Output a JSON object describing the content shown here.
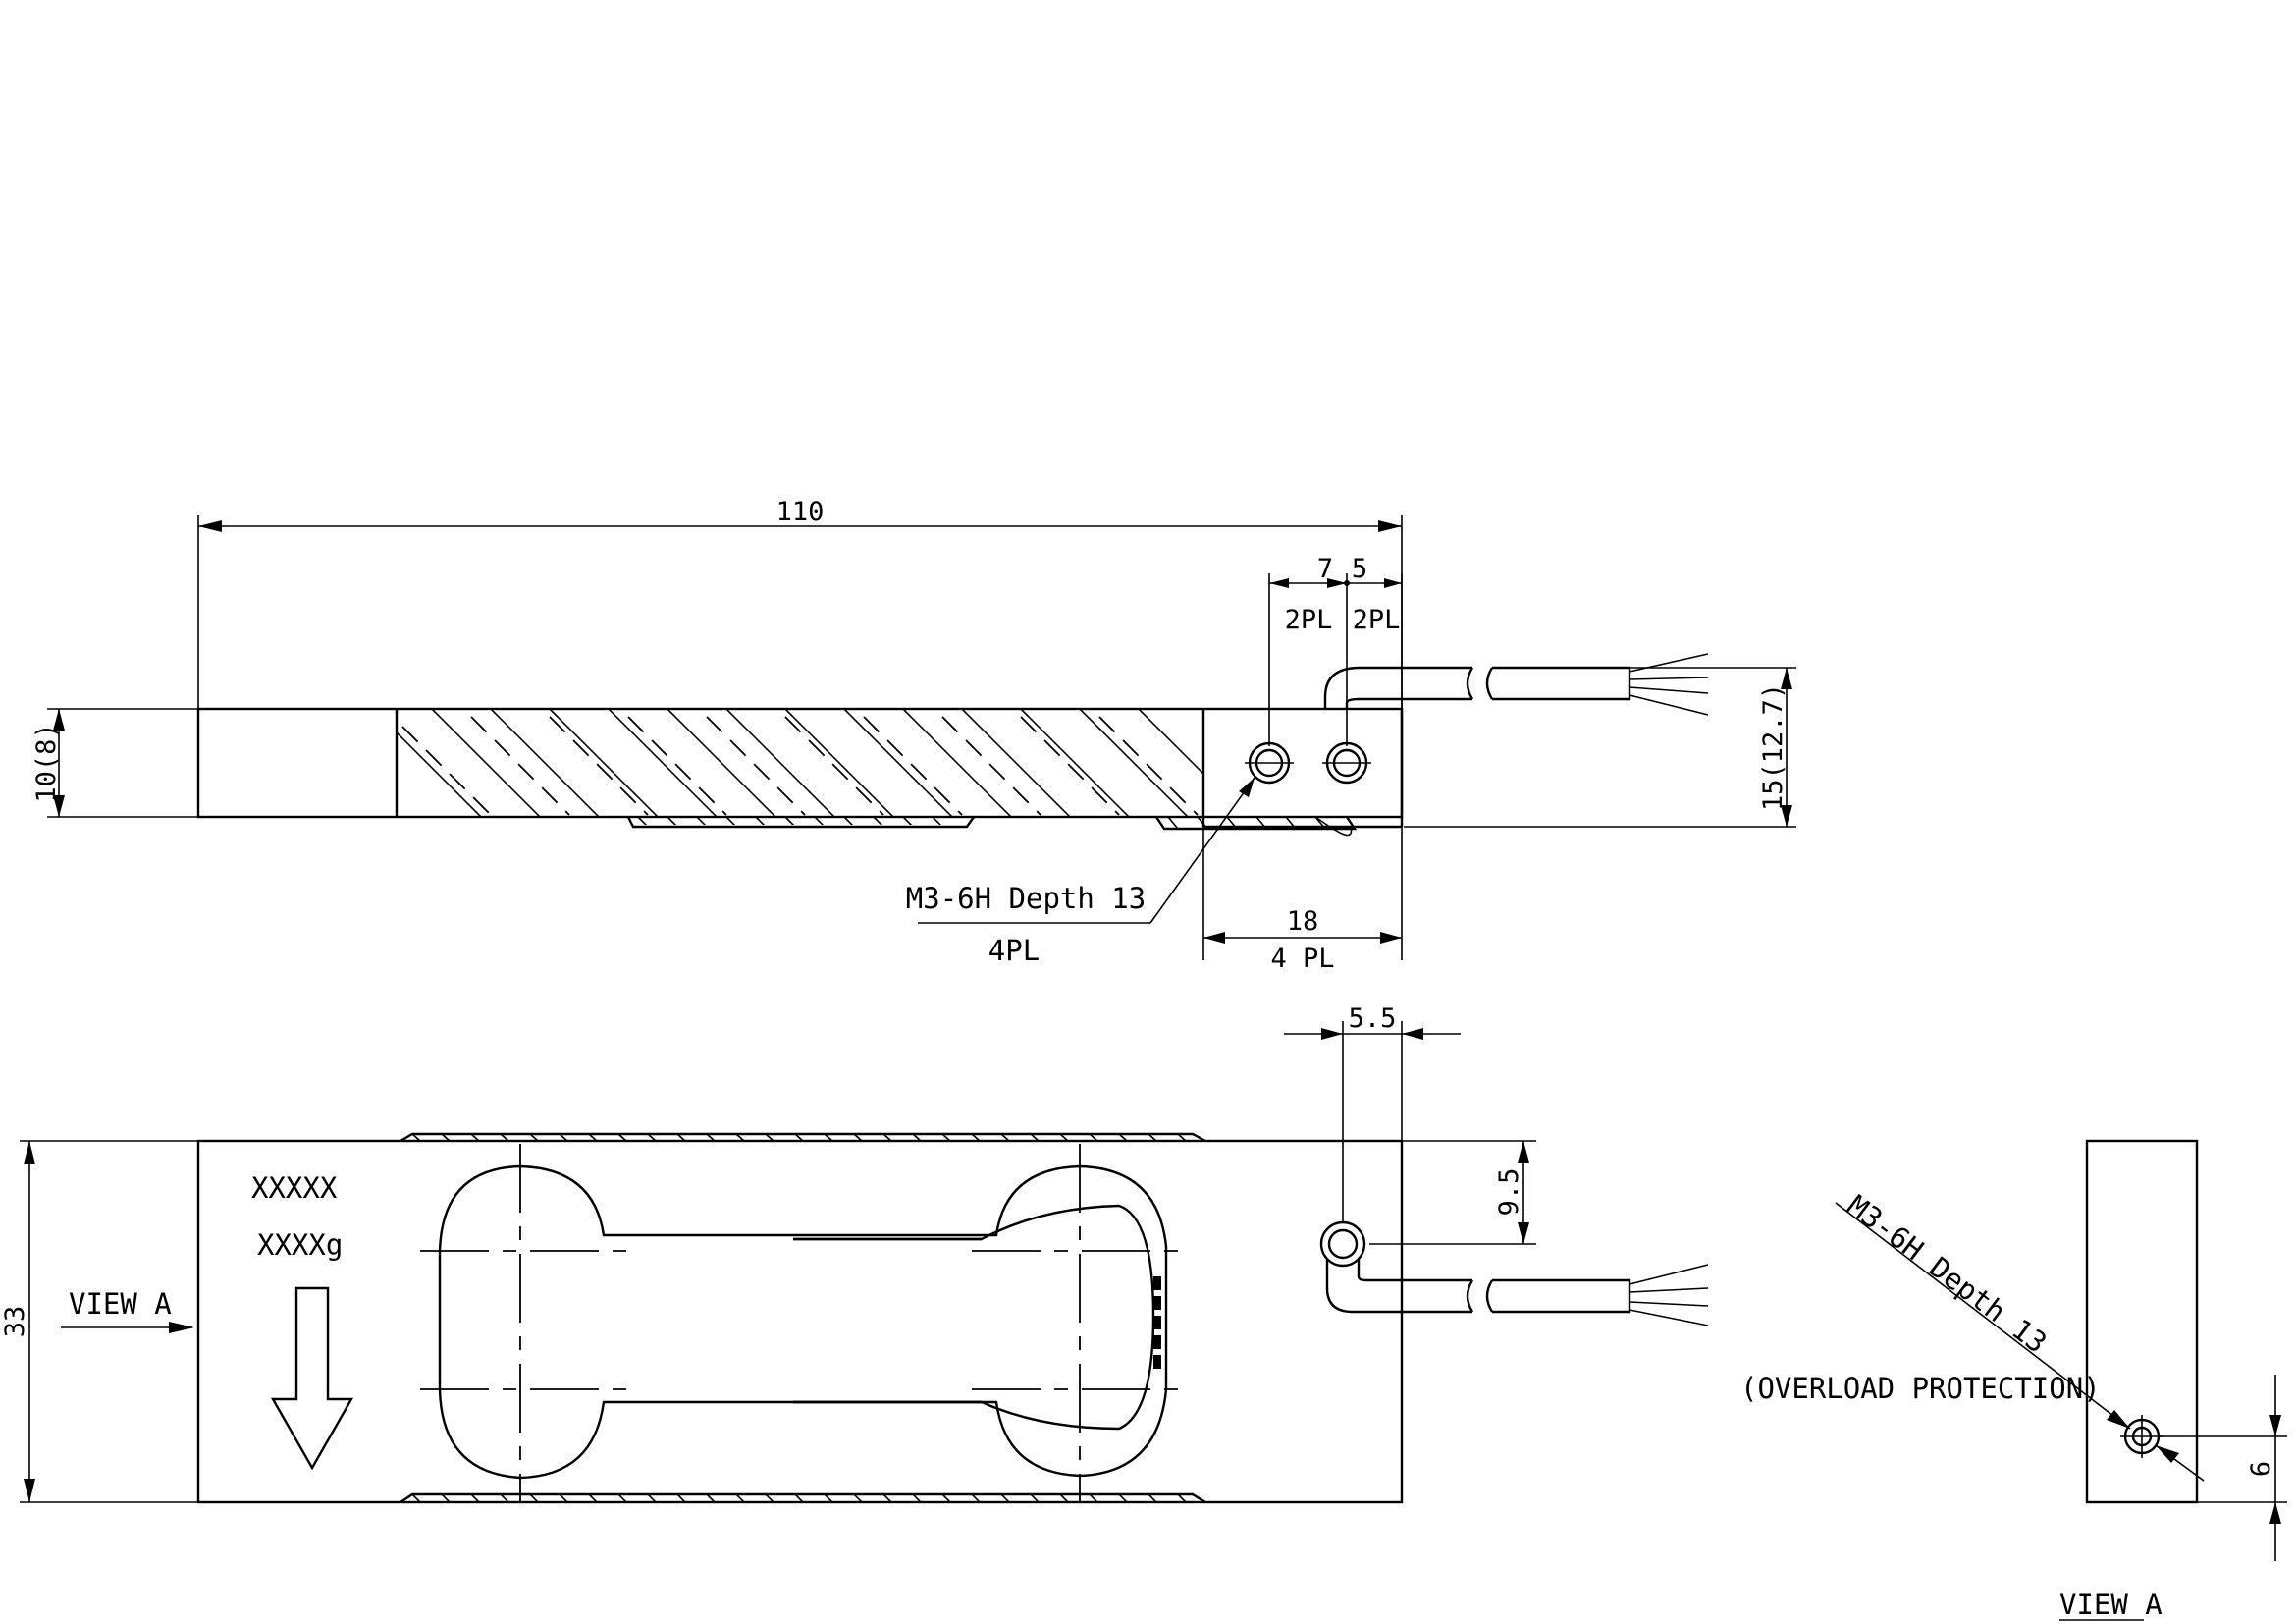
{
  "dimensions": {
    "length": "110",
    "hole_pitch": "7",
    "hole_edge": "5",
    "pl_left": "2PL",
    "pl_right": "2PL",
    "height_left": "10(8)",
    "height_right": "15(12.7)",
    "mount_length": "18",
    "mount_pl": "4 PL",
    "cable_offset": "5.5",
    "cable_height": "9.5",
    "width": "33",
    "overload_offset": "6"
  },
  "thread_callout": {
    "spec": "M3-6H Depth 13",
    "qty": "4PL"
  },
  "body_marking": {
    "model": "XXXXX",
    "capacity": "XXXXg"
  },
  "view_label": "VIEW A",
  "overload": {
    "spec": "M3-6H Depth 13",
    "note": "(OVERLOAD PROTECTION)"
  },
  "view_title": "VIEW A"
}
